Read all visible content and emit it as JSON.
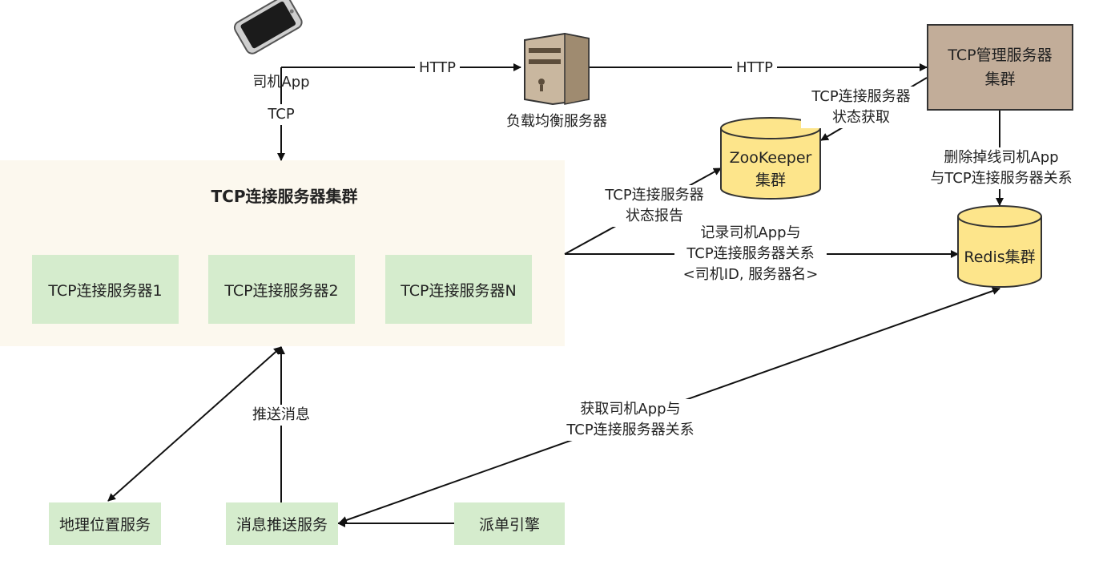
{
  "nodes": {
    "driver_app": "司机App",
    "load_balancer": "负载均衡服务器",
    "tcp_mgmt_line1": "TCP管理服务器",
    "tcp_mgmt_line2": "集群",
    "zookeeper_line1": "ZooKeeper",
    "zookeeper_line2": "集群",
    "redis": "Redis集群",
    "tcp_cluster_title": "TCP连接服务器集群",
    "tcp_server_1": "TCP连接服务器1",
    "tcp_server_2": "TCP连接服务器2",
    "tcp_server_n": "TCP连接服务器N",
    "geo_service": "地理位置服务",
    "push_service": "消息推送服务",
    "dispatch_engine": "派单引擎"
  },
  "edges": {
    "http_1": "HTTP",
    "http_2": "HTTP",
    "tcp": "TCP",
    "zk_status_get_1": "TCP连接服务器",
    "zk_status_get_2": "状态获取",
    "zk_report_1": "TCP连接服务器",
    "zk_report_2": "状态报告",
    "record_1": "记录司机App与",
    "record_2": "TCP连接服务器关系",
    "record_3": "<司机ID, 服务器名>",
    "delete_1": "删除掉线司机App",
    "delete_2": "与TCP连接服务器关系",
    "fetch_1": "获取司机App与",
    "fetch_2": "TCP连接服务器关系",
    "push_msg": "推送消息"
  },
  "colors": {
    "cluster_bg": "#fcf8ee",
    "service_green": "#d5eccd",
    "mgmt_brown": "#c2ad99",
    "db_yellow": "#fde58b"
  }
}
